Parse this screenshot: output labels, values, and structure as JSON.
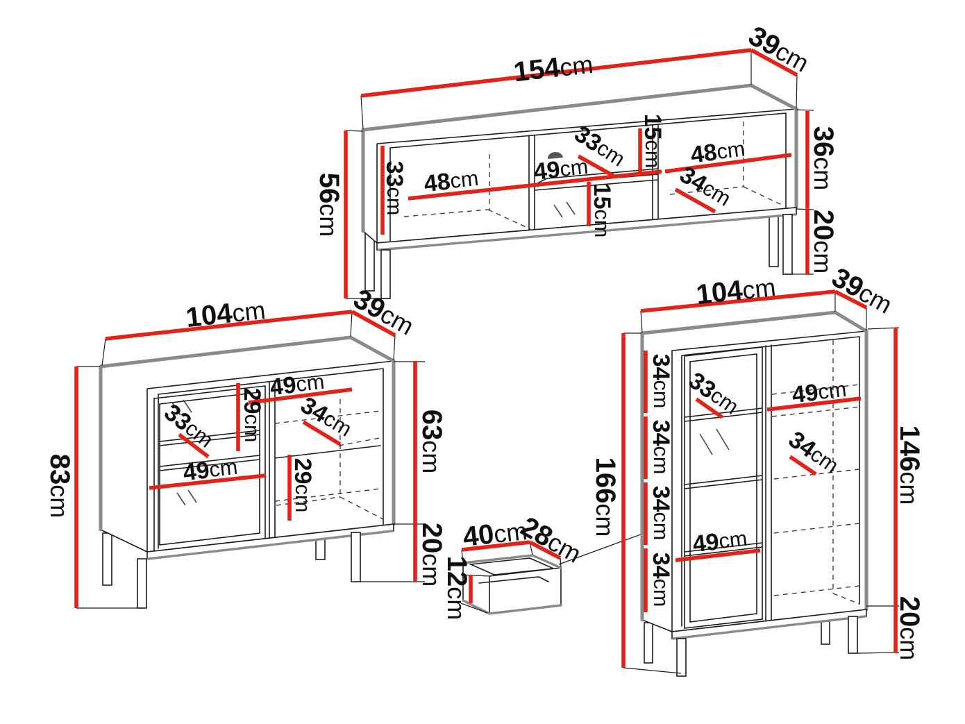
{
  "diagram_title": "Furniture set dimensions diagram",
  "colors": {
    "dimension_line": "#e2231a",
    "outline": "#1c1c1c",
    "soft_edge": "#8a8a8a"
  },
  "unit": "cm",
  "tv_stand": {
    "width": "154cm",
    "depth": "39cm",
    "height": "56cm",
    "inner_height": "33cm",
    "left_compartment_width": "48cm",
    "middle_niche_width": "49cm",
    "middle_shelf_depth": "33cm",
    "upper_niche_height": "15cm",
    "lower_niche_height": "15cm",
    "right_compartment_width": "48cm",
    "right_shelf_depth": "34cm",
    "body_height": "36cm",
    "leg_height": "20cm"
  },
  "sideboard": {
    "width": "104cm",
    "depth": "39cm",
    "height": "83cm",
    "upper_niche_height": "29cm",
    "right_shelf_width": "49cm",
    "right_shelf_depth": "34cm",
    "left_shelf_depth": "33cm",
    "left_shelf_width": "49cm",
    "lower_niche_height": "29cm",
    "body_height": "63cm",
    "leg_height": "20cm"
  },
  "drawer": {
    "width": "40cm",
    "depth": "28cm",
    "height": "12cm"
  },
  "display_cabinet": {
    "width": "104cm",
    "depth": "39cm",
    "height": "166cm",
    "shelf_heights": [
      "34cm",
      "34cm",
      "34cm",
      "34cm"
    ],
    "left_shelf_depth": "33cm",
    "right_shelf_width": "49cm",
    "right_shelf_depth": "34cm",
    "bottom_shelf_width": "49cm",
    "body_height": "146cm",
    "leg_height": "20cm"
  }
}
